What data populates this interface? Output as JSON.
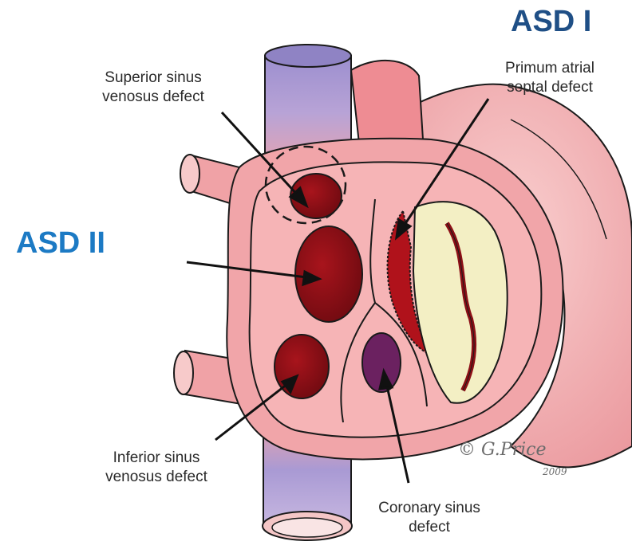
{
  "headings": {
    "asd1": "ASD I",
    "asd2": "ASD II"
  },
  "labels": {
    "superior_sinus": [
      "Superior sinus",
      "venosus defect"
    ],
    "primum_atrial": [
      "Primum atrial",
      "septal defect"
    ],
    "inferior_sinus": [
      "Inferior sinus",
      "venosus defect"
    ],
    "coronary_sinus": [
      "Coronary sinus",
      "defect"
    ]
  },
  "signature": {
    "name": "© G.Price",
    "year": "2009"
  },
  "colors": {
    "heart_pink": "#f2a3a6",
    "heart_light": "#f7c2c2",
    "outline": "#1a1a1a",
    "defect_red": "#8b0f16",
    "coronary_purple": "#6b2160",
    "valve_cream": "#f3efc4",
    "vein_blue": "#9c8fcf",
    "asd1_blue": "#1f4f86",
    "asd2_blue": "#1c7ac4"
  }
}
